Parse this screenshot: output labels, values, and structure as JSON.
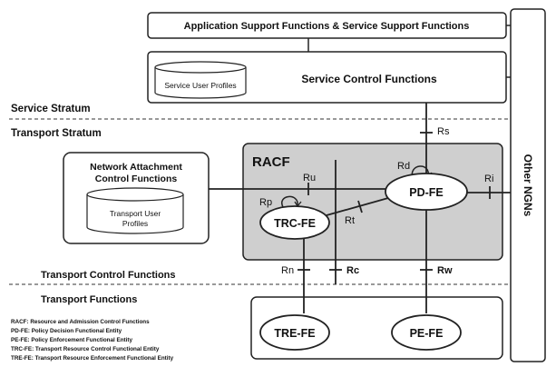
{
  "boxes": {
    "app_support": "Application Support Functions & Service Support Functions",
    "service_control": "Service Control Functions",
    "service_user_profiles": "Service User Profiles",
    "nacf_line1": "Network Attachment",
    "nacf_line2": "Control Functions",
    "transport_user_profiles_line1": "Transport User",
    "transport_user_profiles_line2": "Profiles",
    "racf": "RACF",
    "other_ngns": "Other NGNs"
  },
  "strata": {
    "service": "Service Stratum",
    "transport": "Transport Stratum",
    "transport_control": "Transport Control Functions",
    "transport_functions": "Transport Functions"
  },
  "entities": {
    "pd_fe": "PD-FE",
    "trc_fe": "TRC-FE",
    "tre_fe": "TRE-FE",
    "pe_fe": "PE-FE"
  },
  "reference_points": {
    "rs": "Rs",
    "rd": "Rd",
    "ri": "Ri",
    "ru": "Ru",
    "rp": "Rp",
    "rt": "Rt",
    "rn": "Rn",
    "rc": "Rc",
    "rw": "Rw"
  },
  "legend": [
    "RACF: Resource and Admission Control Functions",
    "PD-FE: Policy Decision Functional Entity",
    "PE-FE: Policy Enforcement Functional Entity",
    "TRC-FE: Transport Resource Control Functional Entity",
    "TRE-FE: Transport Resource Enforcement Functional Entity"
  ]
}
